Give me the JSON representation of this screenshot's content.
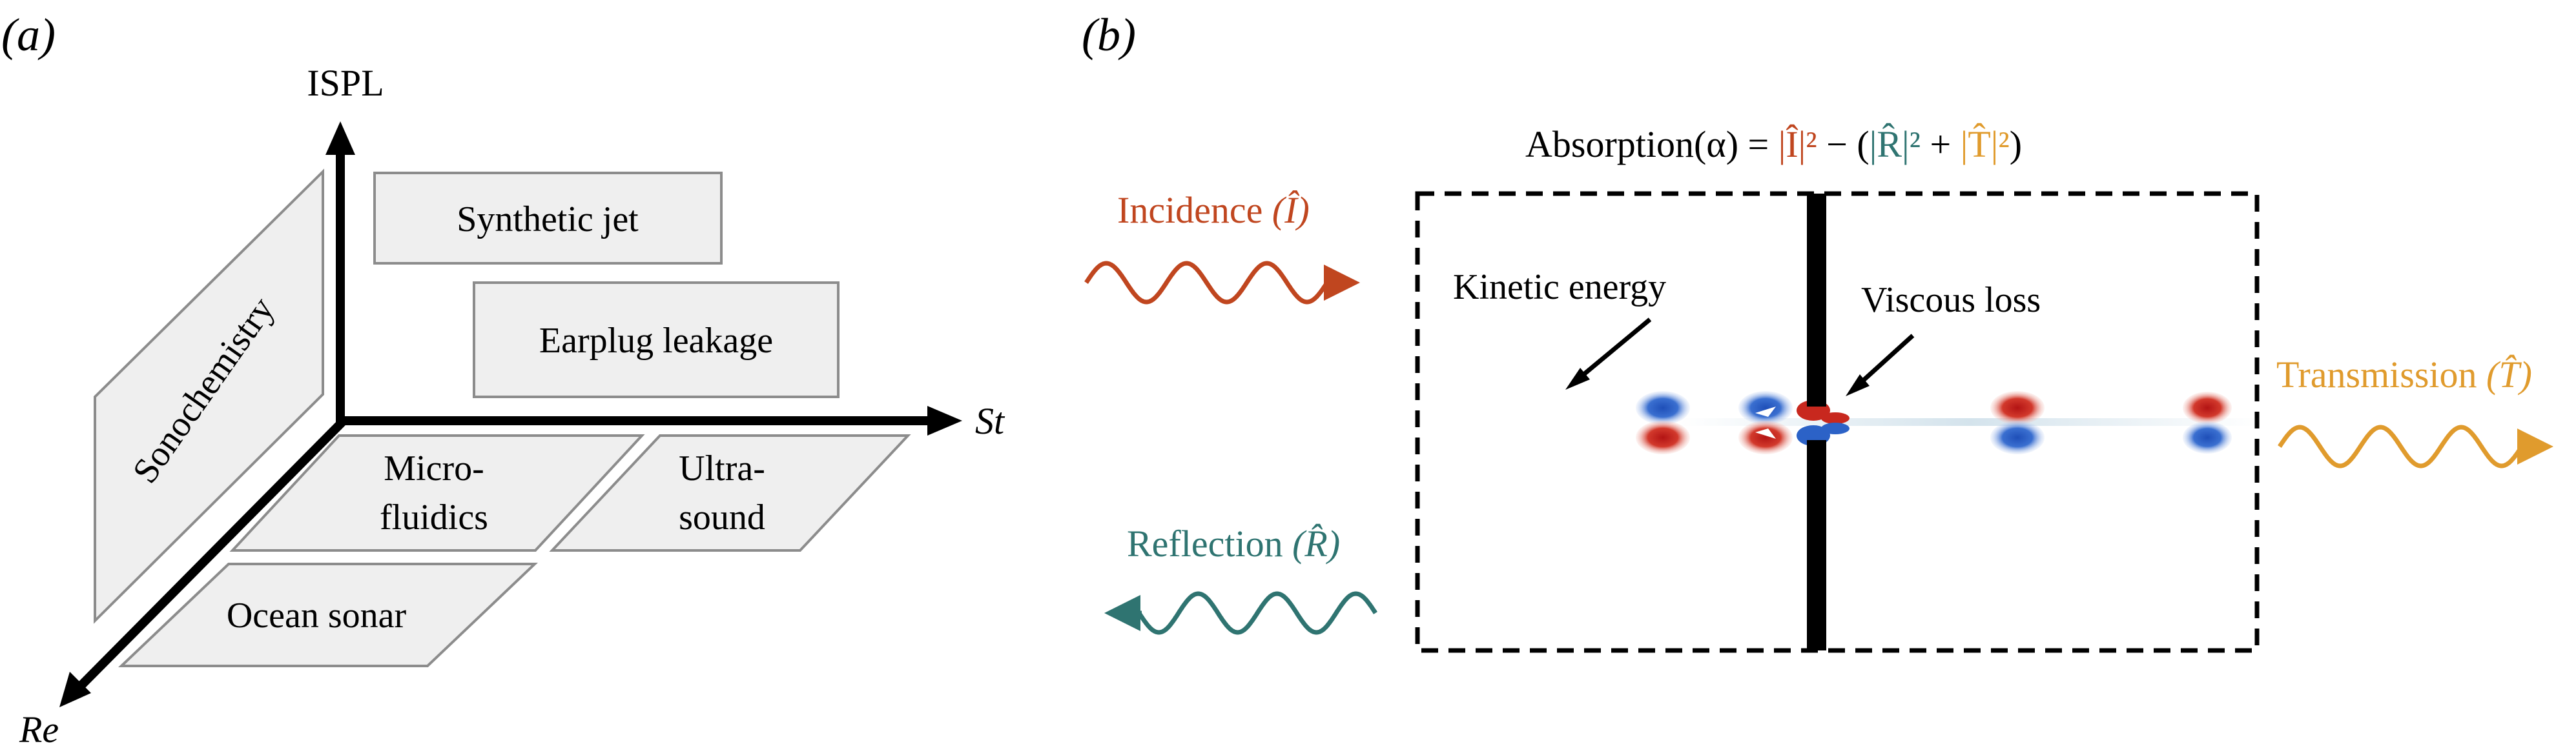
{
  "panel_a": {
    "label": "(a)",
    "axes": {
      "vertical": "ISPL",
      "horizontal": "St",
      "depth": "Re"
    },
    "regions": {
      "synthetic_jet": "Synthetic jet",
      "earplug_leakage": "Earplug leakage",
      "sonochemistry": "Sonochemistry",
      "microfluidics_line1": "Micro-",
      "microfluidics_line2": "fluidics",
      "ultrasound_line1": "Ultra-",
      "ultrasound_line2": "sound",
      "ocean_sonar": "Ocean sonar"
    }
  },
  "panel_b": {
    "label": "(b)",
    "equation": {
      "lhs": "Absorption(α) = ",
      "incidence_term": "|Î|²",
      "minus": " − (",
      "reflection_term": "|R̂|²",
      "plus": " + ",
      "transmission_term": "|T̂|²",
      "close": ")"
    },
    "incidence": {
      "word": "Incidence ",
      "symbol": "(Î)"
    },
    "reflection": {
      "word": "Reflection ",
      "symbol": "(R̂)"
    },
    "transmission": {
      "word": "Transmission ",
      "symbol": "(T̂)"
    },
    "annotations": {
      "kinetic_energy": "Kinetic energy",
      "viscous_loss": "Viscous loss"
    },
    "colors": {
      "incidence": "#c0461f",
      "reflection": "#2f7471",
      "transmission": "#e09b2d",
      "vortex_red": "#c8281e",
      "vortex_blue": "#2c62c7"
    }
  }
}
